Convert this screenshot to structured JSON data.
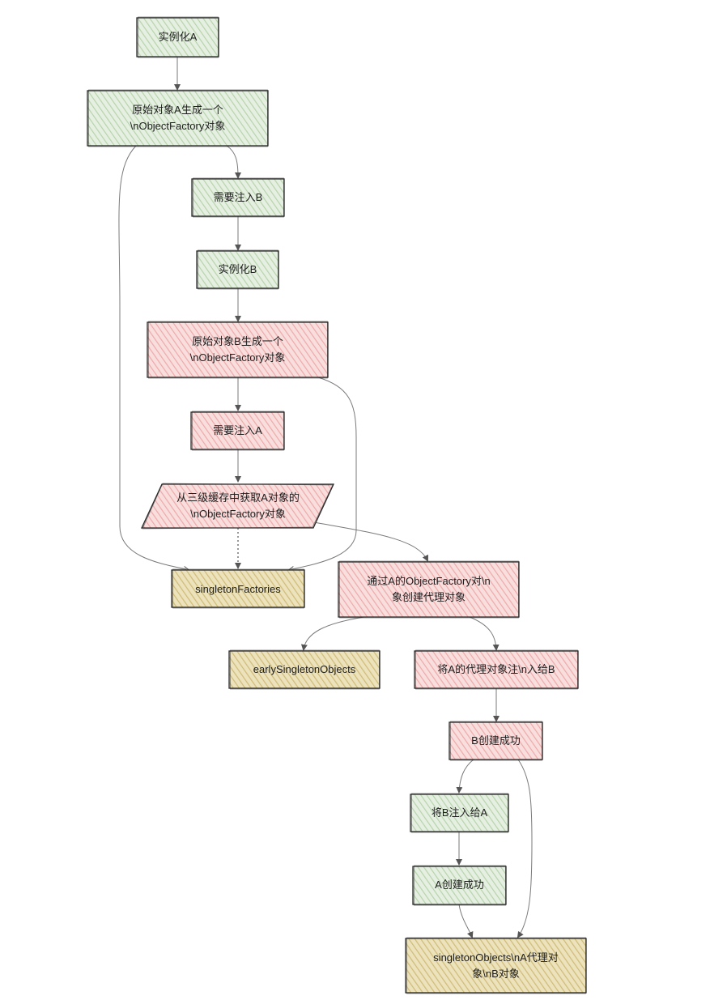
{
  "colors": {
    "green": "#d5e8d4",
    "pink": "#f8cecc",
    "yellow": "#e3d5a0",
    "stroke": "#2b2b2b",
    "edge": "#7a7a7a"
  },
  "nodes": {
    "inst_a": {
      "label": "实例化A"
    },
    "orig_a": {
      "line1": "原始对象A生成一个",
      "line2": "\\nObjectFactory对象"
    },
    "need_b": {
      "label": "需要注入B"
    },
    "inst_b": {
      "label": "实例化B"
    },
    "orig_b": {
      "line1": "原始对象B生成一个",
      "line2": "\\nObjectFactory对象"
    },
    "need_a": {
      "label": "需要注入A"
    },
    "get_a": {
      "line1": "从三级缓存中获取A对象的",
      "line2": "\\nObjectFactory对象"
    },
    "singleton_factories": {
      "label": "singletonFactories"
    },
    "create_proxy": {
      "line1": "通过A的ObjectFactory对\\n",
      "line2": "象创建代理对象"
    },
    "early_singleton_objects": {
      "label": "earlySingletonObjects"
    },
    "inject_proxy": {
      "label": "将A的代理对象注\\n入给B"
    },
    "b_created": {
      "label": "B创建成功"
    },
    "inject_b": {
      "label": "将B注入给A"
    },
    "a_created": {
      "label": "A创建成功"
    },
    "singleton_objects": {
      "line1": "singletonObjects\\nA代理对",
      "line2": "象\\nB对象"
    }
  }
}
